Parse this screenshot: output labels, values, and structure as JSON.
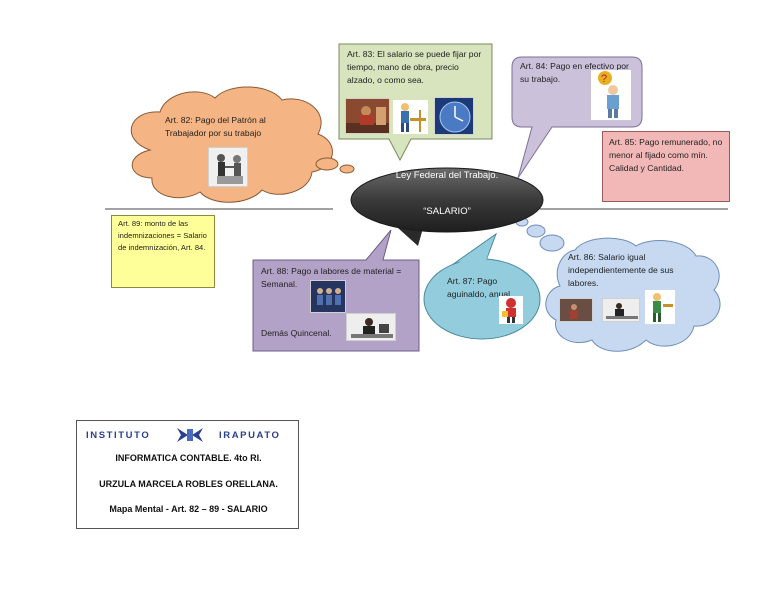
{
  "center": {
    "title": "Ley Federal del Trabajo.",
    "subtitle": "“SALARIO”"
  },
  "art82": {
    "text": "Art. 82: Pago del Patrón al Trabajador por su trabajo"
  },
  "art83": {
    "text": "Art. 83: El salario se puede fijar por tiempo, mano de obra, precio alzado, o como sea."
  },
  "art84": {
    "text": "Art. 84: Pago en efectivo por su trabajo."
  },
  "art85": {
    "text": "Art. 85: Pago remunerado, no menor al fijado como mín. Calidad y Cantidad."
  },
  "art86": {
    "text": "Art. 86: Salario igual independientemente de sus labores."
  },
  "art87": {
    "text": "Art. 87: Pago aguinaldo, anual."
  },
  "art88": {
    "text": "Art. 88: Pago a labores de material = Semanal.",
    "text2": "Demás Quincenal."
  },
  "art89": {
    "text": "Art. 89: monto de las indemnizaciones = Salario de indemnización, Art. 84."
  },
  "footer": {
    "logo_left": "INSTITUTO",
    "logo_right": "IRAPUATO",
    "line1": "INFORMATICA CONTABLE. 4to RI.",
    "line2": "URZULA MARCELA ROBLES ORELLANA.",
    "line3": "Mapa Mental - Art. 82 – 89 - SALARIO"
  },
  "colors": {
    "cloud_orange": "#f4b483",
    "callout_green": "#d7e4bd",
    "callout_lavender": "#ccc1da",
    "box_pink": "#f2b8b8",
    "box_yellow": "#ffff99",
    "bubble_cyan": "#93cddd",
    "cloud_blue": "#c6d9f1",
    "center_dark": "#3f3f3f",
    "logo_blue": "#2b3f8f"
  }
}
